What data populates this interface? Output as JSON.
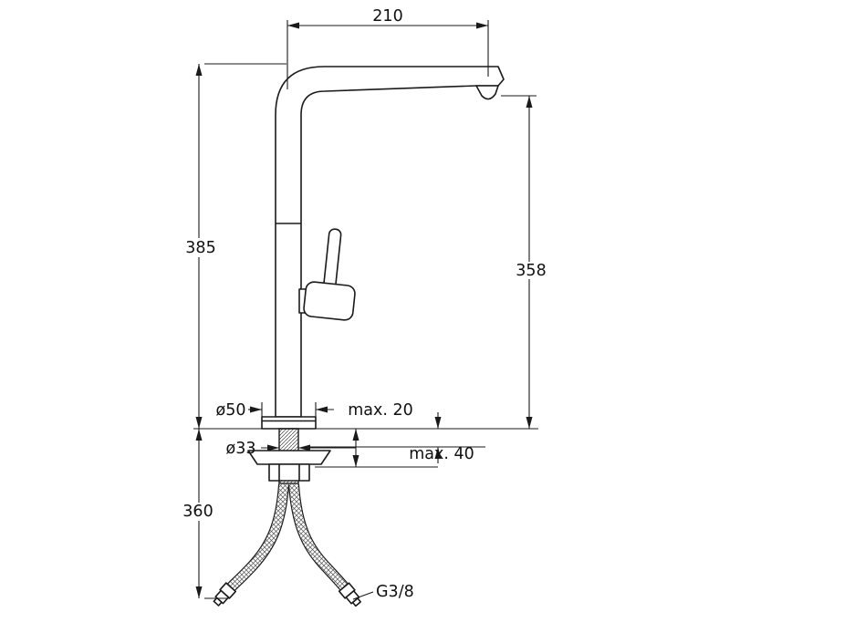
{
  "dims": {
    "spout_reach": "210",
    "overall_height": "385",
    "outlet_height": "358",
    "hose_length": "360",
    "base_diameter": "ø50",
    "max_counter_thickness": "max. 20",
    "shank_diameter": "ø33",
    "max_counter_thickness_alt": "max. 40",
    "thread": "G3/8"
  },
  "colors": {
    "line": "#1a1a1a",
    "background": "#ffffff"
  }
}
